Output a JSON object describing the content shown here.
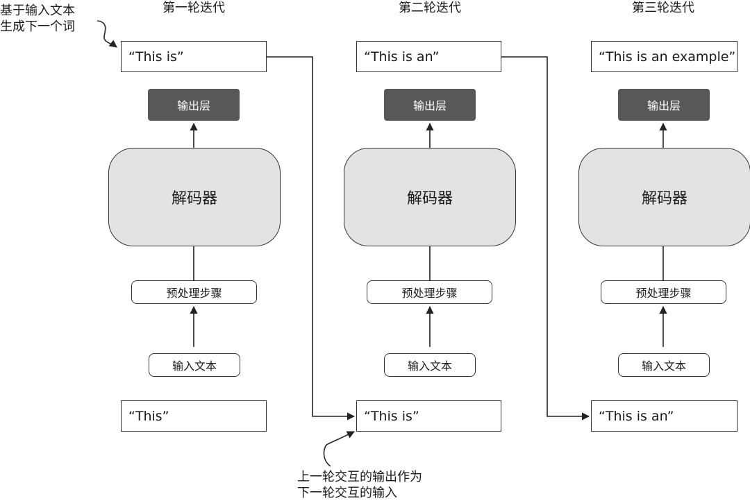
{
  "annotations": {
    "top_left": [
      "基于输入文本",
      "生成下一个词"
    ],
    "bottom": [
      "上一轮交互的输出作为",
      "下一轮交互的输入"
    ]
  },
  "iterations": [
    {
      "title": "第一轮迭代",
      "output_text": "“This is”",
      "output_layer": "输出层",
      "decoder": "解码器",
      "preprocess": "预处理步骤",
      "input_label": "输入文本",
      "input_text": "“This”"
    },
    {
      "title": "第二轮迭代",
      "output_text": "“This is an”",
      "output_layer": "输出层",
      "decoder": "解码器",
      "preprocess": "预处理步骤",
      "input_label": "输入文本",
      "input_text": "“This is”"
    },
    {
      "title": "第三轮迭代",
      "output_text": "“This is an example”",
      "output_layer": "输出层",
      "decoder": "解码器",
      "preprocess": "预处理步骤",
      "input_label": "输入文本",
      "input_text": "“This is an”"
    }
  ]
}
